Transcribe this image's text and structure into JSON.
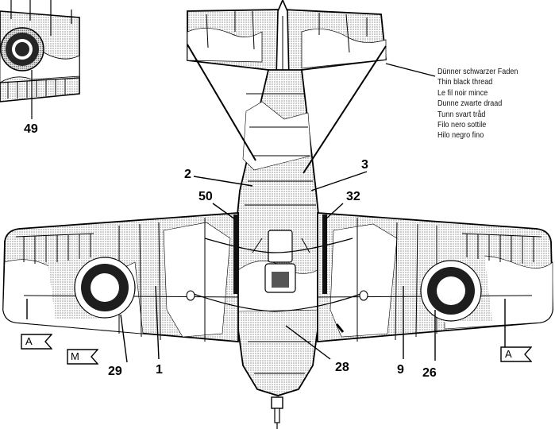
{
  "instructions": {
    "thread_note": [
      "Dünner schwarzer Faden",
      "Thin black thread",
      "Le fil noir mince",
      "Dunne zwarte draad",
      "Tunn svart tråd",
      "Filo nero sottile",
      "Hilo negro fino"
    ]
  },
  "callouts": {
    "c49": "49",
    "c2": "2",
    "c3": "3",
    "c50": "50",
    "c32": "32",
    "c29": "29",
    "c1": "1",
    "c28": "28",
    "c9": "9",
    "c26": "26"
  },
  "paint_flags": {
    "left_wing": "A",
    "left_lower": "M",
    "right_wing": "A"
  },
  "colors": {
    "line": "#000000",
    "stipple": "#bdbdbd",
    "background": "#ffffff"
  }
}
